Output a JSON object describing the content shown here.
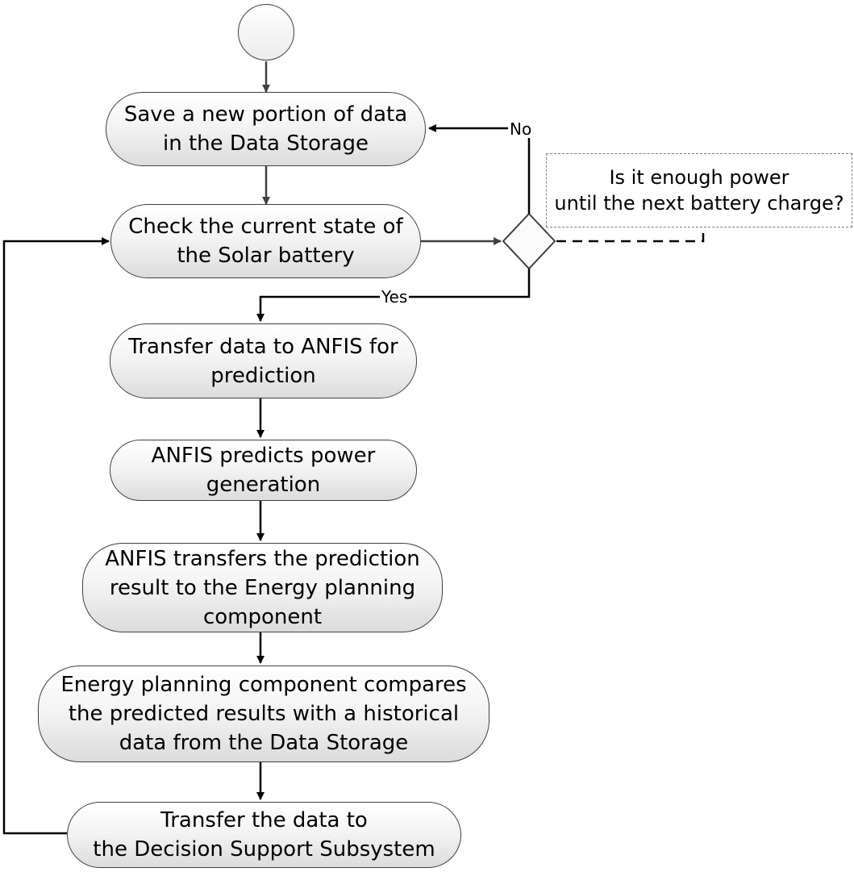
{
  "nodes": [
    {
      "id": "save",
      "text": "Save a new portion of data\nin the Data Storage"
    },
    {
      "id": "check",
      "text": "Check the current state of\nthe Solar battery"
    },
    {
      "id": "transfer",
      "text": "Transfer data to ANFIS for\nprediction"
    },
    {
      "id": "predict",
      "text": "ANFIS predicts power\ngeneration"
    },
    {
      "id": "transfers-result",
      "text": "ANFIS transfers the prediction\nresult to the Energy planning\ncomponent"
    },
    {
      "id": "compare",
      "text": "Energy planning component compares\nthe predicted results with a historical\ndata from the Data Storage"
    },
    {
      "id": "decision",
      "text": "Transfer the data to\nthe Decision Support Subsystem"
    }
  ],
  "decision": {
    "note": "Is it enough power\nuntil the next battery charge?"
  },
  "edge_labels": {
    "no": "No",
    "yes": "Yes"
  },
  "colors": {
    "node_border": "#404040",
    "arrow": "#000000",
    "note_border": "#808080"
  }
}
